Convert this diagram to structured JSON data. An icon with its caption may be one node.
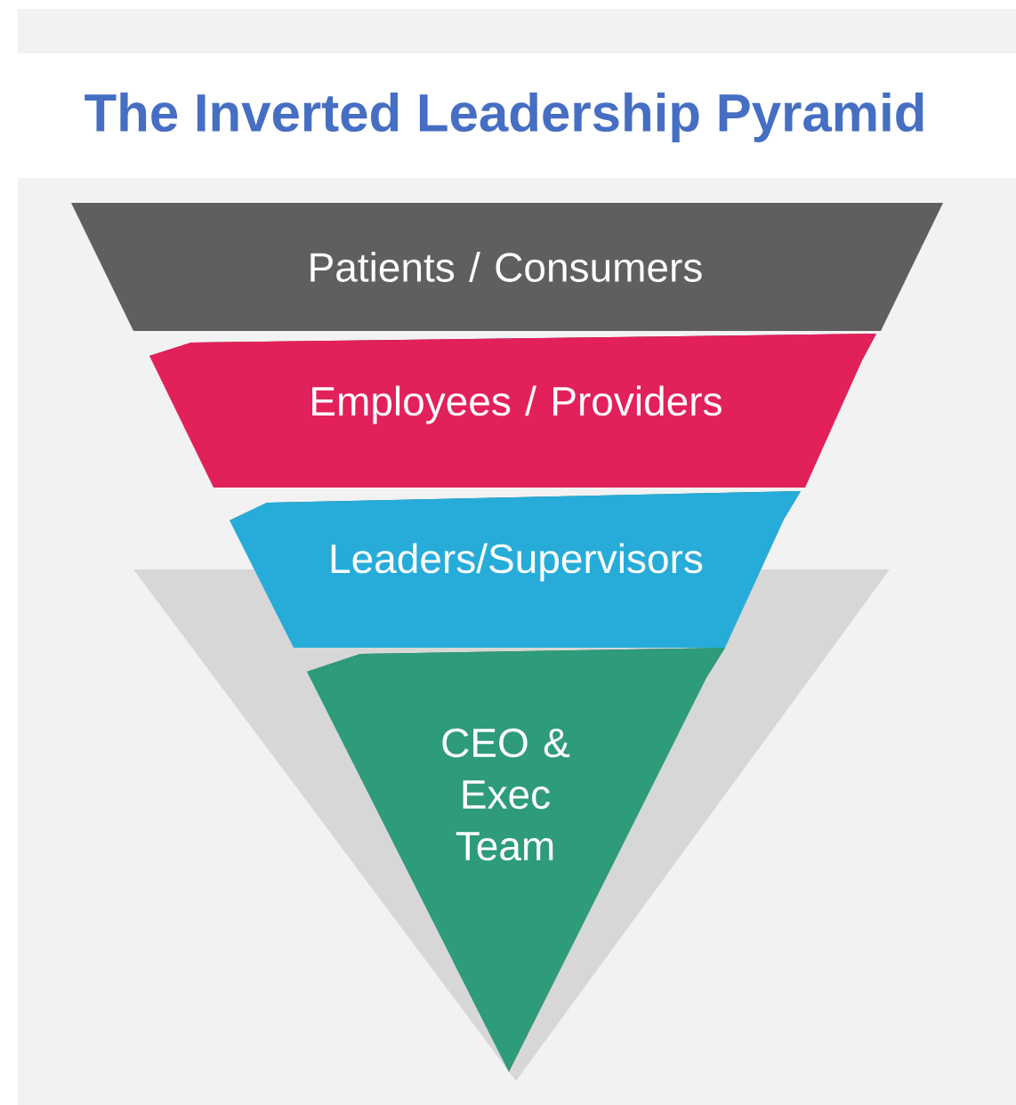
{
  "diagram": {
    "title": "The Inverted Leadership Pyramid",
    "nodes": [
      {
        "text": [
          "Patients / Consumers"
        ]
      },
      {
        "text": [
          "Employees / Providers"
        ]
      },
      {
        "text": [
          "Leaders/Supervisors"
        ]
      },
      {
        "text": [
          "CEO & Exec Team"
        ]
      }
    ]
  }
}
